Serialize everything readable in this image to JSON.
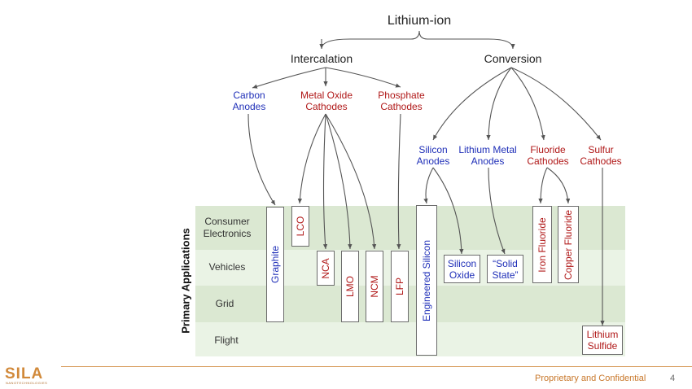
{
  "title": "Lithium-ion",
  "branches": {
    "intercalation": "Intercalation",
    "conversion": "Conversion"
  },
  "categories": {
    "carbon_anodes": "Carbon\nAnodes",
    "metal_oxide_cathodes": "Metal Oxide\nCathodes",
    "phosphate_cathodes": "Phosphate\nCathodes",
    "silicon_anodes": "Silicon\nAnodes",
    "lithium_metal_anodes": "Lithium Metal\nAnodes",
    "fluoride_cathodes": "Fluoride\nCathodes",
    "sulfur_cathodes": "Sulfur\nCathodes"
  },
  "rows": {
    "axis_label": "Primary Applications",
    "consumer": "Consumer\nElectronics",
    "vehicles": "Vehicles",
    "grid": "Grid",
    "flight": "Flight"
  },
  "materials": {
    "graphite": "Graphite",
    "lco": "LCO",
    "nca": "NCA",
    "lmo": "LMO",
    "ncm": "NCM",
    "lfp": "LFP",
    "engineered_silicon": "Engineered Silicon",
    "silicon_oxide": "Silicon\nOxide",
    "solid_state": "“Solid\nState”",
    "iron_fluoride": "Iron Fluoride",
    "copper_fluoride": "Copper Fluoride",
    "lithium_sulfide": "Lithium\nSulfide"
  },
  "footer": {
    "confidential": "Proprietary and Confidential",
    "page": "4",
    "logo_name": "SILA",
    "logo_sub": "NANOTECHNOLOGIES"
  },
  "colors": {
    "anode": "#1f2fb8",
    "cathode": "#b01818",
    "band_dark": "#dbe8d2",
    "band_light": "#eaf3e5",
    "footer": "#c8772a"
  }
}
